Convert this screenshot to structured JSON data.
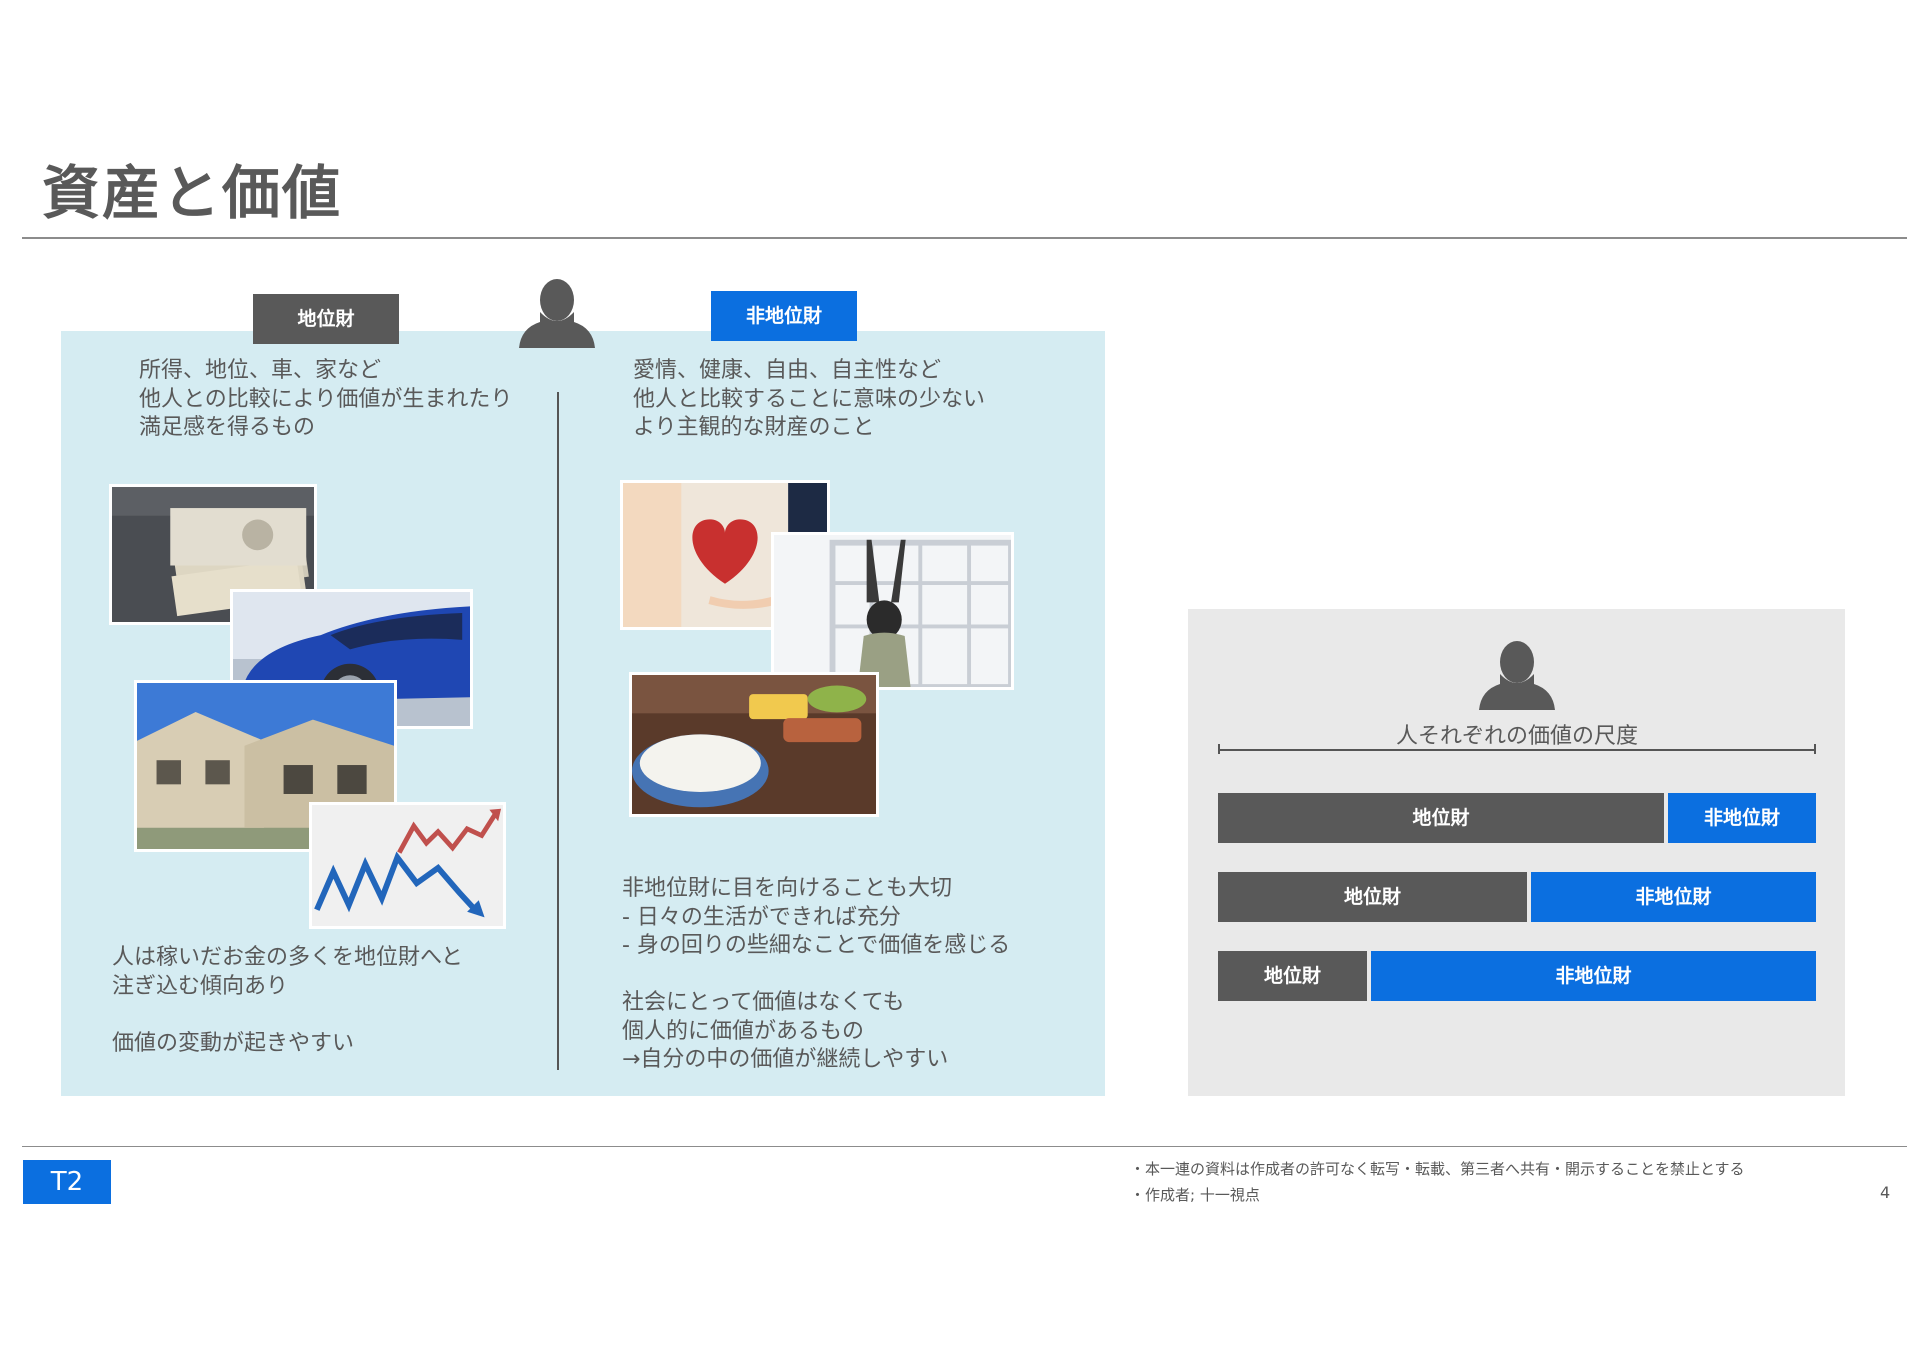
{
  "page": {
    "title": "資産と価値",
    "badge": "T2",
    "page_number": "4"
  },
  "left_panel": {
    "positional_tag": "地位財",
    "non_positional_tag": "非地位財",
    "positional": {
      "description": [
        "所得、地位、車、家など",
        "他人との比較により価値が生まれたり",
        "満足感を得るもの"
      ],
      "notes": [
        "人は稼いだお金の多くを地位財へと",
        "注ぎ込む傾向あり",
        "",
        "価値の変動が起きやすい"
      ]
    },
    "non_positional": {
      "description": [
        "愛情、健康、自由、自主性など",
        "他人と比較することに意味の少ない",
        "より主観的な財産のこと"
      ],
      "notes": [
        "非地位財に目を向けることも大切",
        "- 日々の生活ができれば充分",
        "- 身の回りの些細なことで価値を感じる",
        "",
        "社会にとって価値はなくても",
        "個人的に価値があるもの",
        "→自分の中の価値が継続しやすい"
      ]
    }
  },
  "scale_panel": {
    "caption": "人それぞれの価値の尺度",
    "rows": [
      {
        "positional_label": "地位財",
        "non_positional_label": "非地位財",
        "positional_share": 0.75
      },
      {
        "positional_label": "地位財",
        "non_positional_label": "非地位財",
        "positional_share": 0.52
      },
      {
        "positional_label": "地位財",
        "non_positional_label": "非地位財",
        "positional_share": 0.25
      }
    ]
  },
  "footer": {
    "lines": [
      "・本一連の資料は作成者の許可なく転写・転載、第三者へ共有・開示することを禁止とする",
      "・作成者; 十一視点"
    ]
  },
  "colors": {
    "accent": "#0b6fe0",
    "dark_gray": "#595959",
    "panel_blue": "#d5ecf2",
    "panel_gray": "#e9e9e9"
  }
}
